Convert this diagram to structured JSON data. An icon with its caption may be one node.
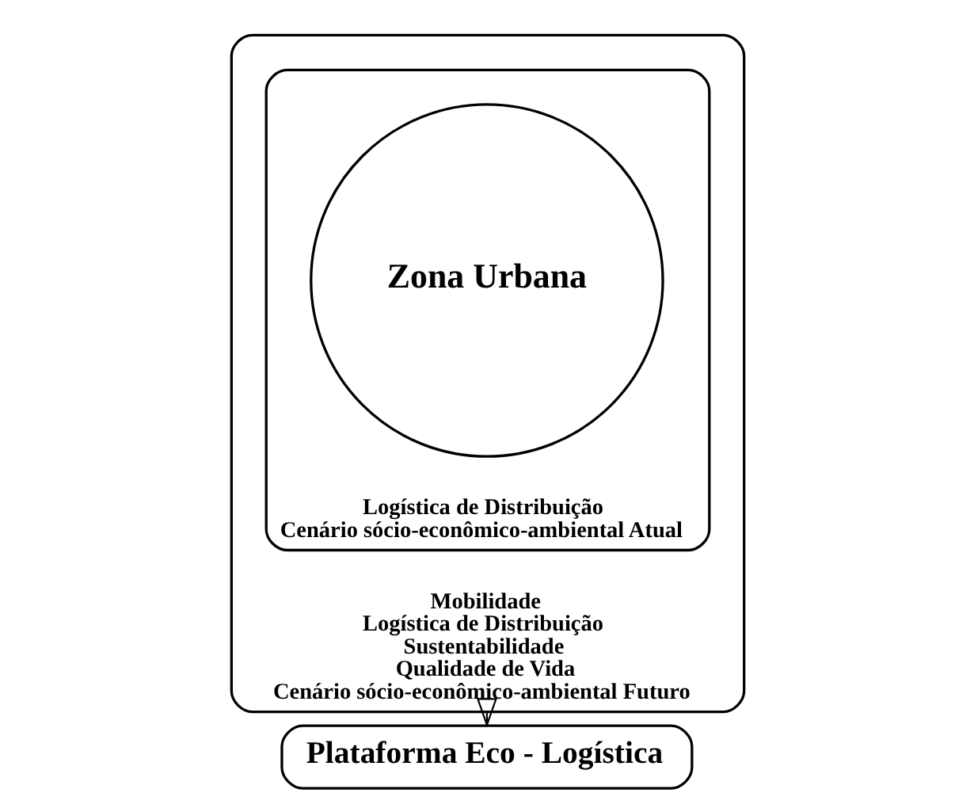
{
  "diagram": {
    "nodes": [
      {
        "text": [
          "Mobilidade",
          "Logística de Distribuição",
          "Sustentabilidade",
          "Qualidade de Vida",
          "Cenário sócio-econômico-ambiental Futuro"
        ]
      },
      {
        "text": [
          "Logística de Distribuição",
          "Cenário sócio-econômico-ambiental Atual"
        ],
        "in": 0
      },
      {
        "text": [
          "Zona Urbana"
        ],
        "in": 1
      },
      {
        "text": [
          "Plataforma Eco - Logística"
        ]
      }
    ],
    "edges": [
      {
        "from": 0,
        "to": 3,
        "arrow": "to"
      }
    ]
  }
}
